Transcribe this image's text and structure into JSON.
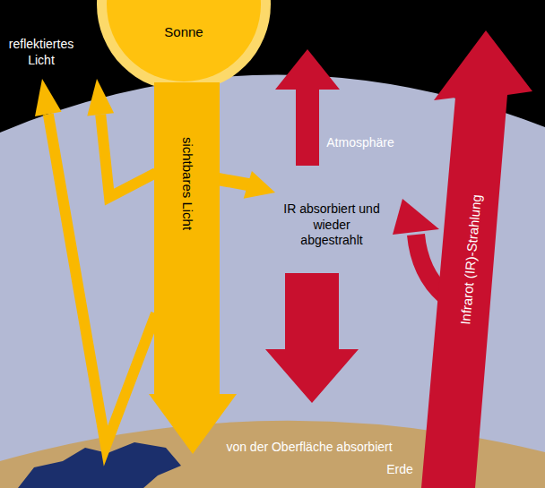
{
  "diagram": {
    "nodes": [
      {
        "text": [
          "Sonne"
        ]
      },
      {
        "text": [
          "Atmosphäre",
          "IR absorbiert und wieder abgestrahlt"
        ]
      },
      {
        "text": [
          "von der Oberfläche absorbiert",
          "Erde"
        ]
      }
    ],
    "labels": [
      "reflektiertes Licht",
      "sichtbares Licht",
      "Infrarot (IR)-Strahlung"
    ]
  }
}
